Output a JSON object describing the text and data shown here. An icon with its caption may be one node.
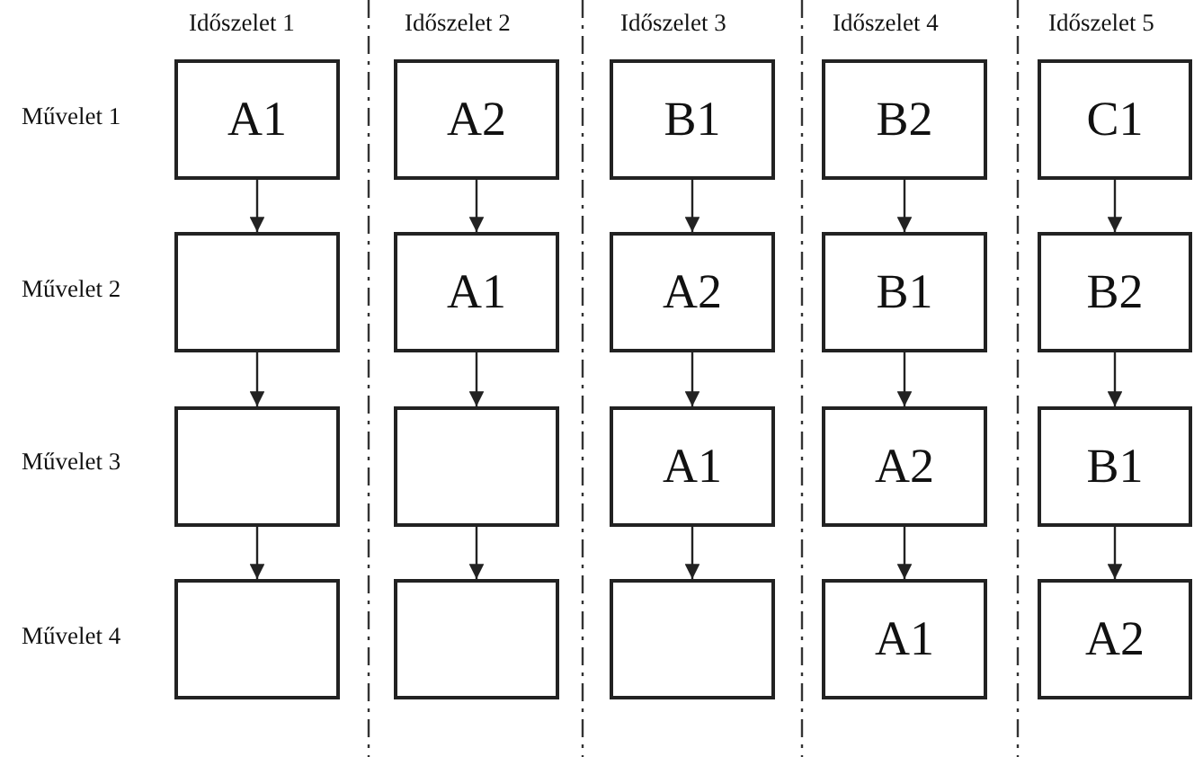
{
  "diagram": {
    "nodes": [
      {
        "text": [
          "A1"
        ]
      },
      {
        "text": [
          "A2"
        ]
      },
      {
        "text": [
          "B1"
        ]
      },
      {
        "text": [
          "B2"
        ]
      },
      {
        "text": [
          "C1"
        ]
      },
      {
        "text": [],
        "shape": "box"
      },
      {
        "text": [
          "A1"
        ]
      },
      {
        "text": [
          "A2"
        ]
      },
      {
        "text": [
          "B1"
        ]
      },
      {
        "text": [
          "B2"
        ]
      },
      {
        "text": [],
        "shape": "box"
      },
      {
        "text": [],
        "shape": "box"
      },
      {
        "text": [
          "A1"
        ]
      },
      {
        "text": [
          "A2"
        ]
      },
      {
        "text": [
          "B1"
        ]
      },
      {
        "text": [],
        "shape": "box"
      },
      {
        "text": [],
        "shape": "box"
      },
      {
        "text": [],
        "shape": "box"
      },
      {
        "text": [
          "A1"
        ]
      },
      {
        "text": [
          "A2"
        ]
      }
    ],
    "edges": [
      {
        "from": 0,
        "to": 5,
        "arrow": "to"
      },
      {
        "from": 5,
        "to": 10,
        "arrow": "to"
      },
      {
        "from": 10,
        "to": 15,
        "arrow": "to"
      },
      {
        "from": 1,
        "to": 6,
        "arrow": "to"
      },
      {
        "from": 6,
        "to": 11,
        "arrow": "to"
      },
      {
        "from": 11,
        "to": 16,
        "arrow": "to"
      },
      {
        "from": 2,
        "to": 7,
        "arrow": "to"
      },
      {
        "from": 7,
        "to": 12,
        "arrow": "to"
      },
      {
        "from": 12,
        "to": 17,
        "arrow": "to"
      },
      {
        "from": 3,
        "to": 8,
        "arrow": "to"
      },
      {
        "from": 8,
        "to": 13,
        "arrow": "to"
      },
      {
        "from": 13,
        "to": 18,
        "arrow": "to"
      },
      {
        "from": 4,
        "to": 9,
        "arrow": "to"
      },
      {
        "from": 9,
        "to": 14,
        "arrow": "to"
      },
      {
        "from": 14,
        "to": 19,
        "arrow": "to"
      }
    ],
    "labels": [
      "Időszelet 1",
      "Időszelet 2",
      "Időszelet 3",
      "Időszelet 4",
      "Időszelet 5",
      "Művelet 1",
      "Művelet 2",
      "Művelet 3",
      "Művelet 4"
    ]
  }
}
